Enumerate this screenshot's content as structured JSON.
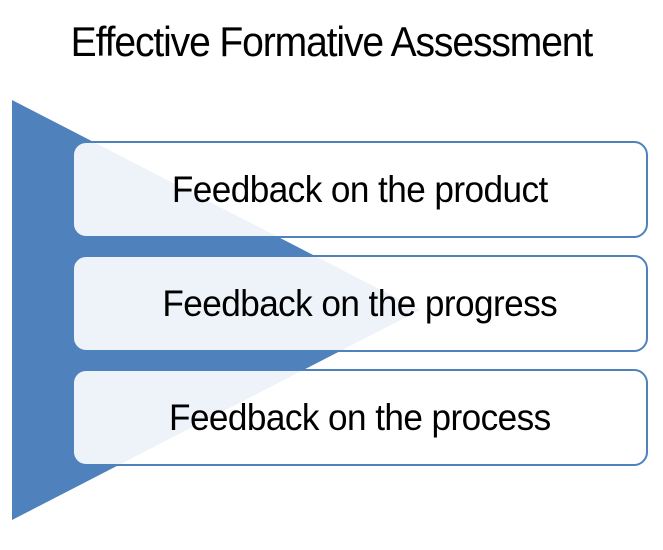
{
  "title": "Effective Formative Assessment",
  "colors": {
    "accent": "#4f81bd",
    "box_fill": "#ffffff",
    "text": "#000000"
  },
  "items": [
    {
      "label": "Feedback on the product"
    },
    {
      "label": "Feedback on the progress"
    },
    {
      "label": "Feedback on the process"
    }
  ]
}
